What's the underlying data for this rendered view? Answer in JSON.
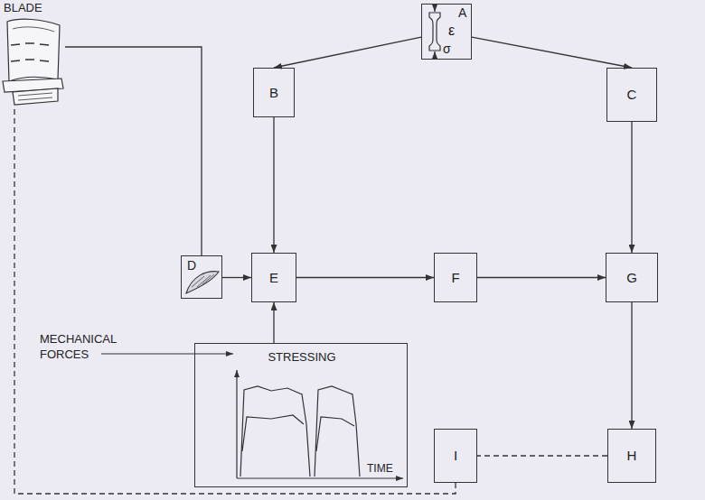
{
  "diagram": {
    "nodes": [
      {
        "text": [
          "BLADE"
        ]
      },
      {
        "text": [
          "A",
          "ε",
          "σ"
        ]
      },
      {
        "text": [
          "B"
        ]
      },
      {
        "text": [
          "C"
        ]
      },
      {
        "text": [
          "D"
        ]
      },
      {
        "text": [
          "E"
        ]
      },
      {
        "text": [
          "F"
        ]
      },
      {
        "text": [
          "G"
        ]
      },
      {
        "text": [
          "STRESSING",
          "TIME"
        ]
      },
      {
        "text": [
          "I"
        ]
      },
      {
        "text": [
          "H"
        ]
      }
    ],
    "edges": [
      {
        "from": 0,
        "to": 4,
        "arrow": "none"
      },
      {
        "from": 1,
        "to": 2,
        "arrow": "to"
      },
      {
        "from": 1,
        "to": 3,
        "arrow": "to"
      },
      {
        "from": 2,
        "to": 5,
        "arrow": "to"
      },
      {
        "from": 4,
        "to": 5,
        "arrow": "to"
      },
      {
        "from": 8,
        "to": 5,
        "arrow": "to"
      },
      {
        "from": 5,
        "to": 6,
        "arrow": "to"
      },
      {
        "from": 6,
        "to": 7,
        "arrow": "to"
      },
      {
        "from": 3,
        "to": 7,
        "arrow": "to"
      },
      {
        "from": 7,
        "to": 10,
        "arrow": "to"
      },
      {
        "from": 10,
        "to": 9,
        "arrow": "none"
      },
      {
        "from": 9,
        "to": 0,
        "arrow": "none"
      }
    ],
    "labels": [
      "MECHANICAL FORCES"
    ]
  }
}
